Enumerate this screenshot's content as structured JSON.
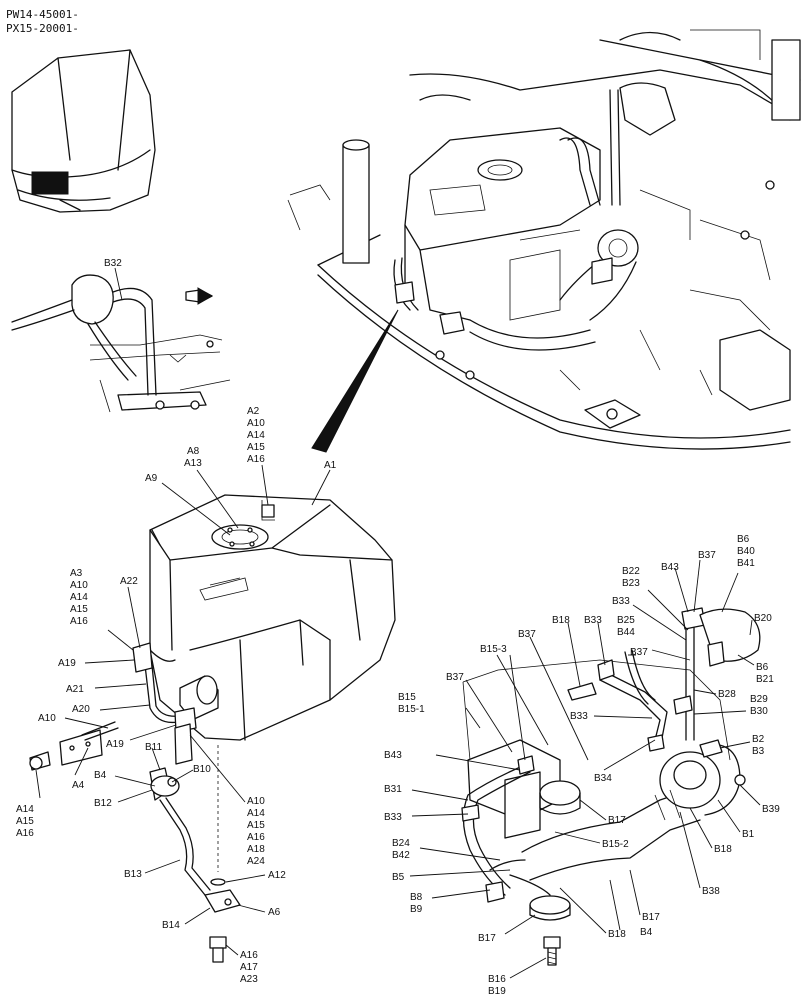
{
  "header": {
    "serial_1": "PW14-45001-",
    "serial_2": "PX15-20001-"
  },
  "labels": {
    "left_group": {
      "a2_stack": [
        "A2",
        "A10",
        "A14",
        "A15",
        "A16"
      ],
      "a8": "A8",
      "a13": "A13",
      "a1": "A1",
      "a9": "A9",
      "a3_stack": [
        "A3",
        "A10",
        "A14",
        "A15",
        "A16"
      ],
      "a22": "A22",
      "a19_top": "A19",
      "a21": "A21",
      "a20": "A20",
      "a10": "A10",
      "a19_bottom": "A19",
      "a4": "A4",
      "a14_stack": [
        "A14",
        "A15",
        "A16"
      ],
      "a10_stack": [
        "A10",
        "A14",
        "A15",
        "A16",
        "A18",
        "A24"
      ],
      "a12": "A12",
      "a6": "A6",
      "a16_stack": [
        "A16",
        "A17",
        "A23"
      ],
      "b11": "B11",
      "b10": "B10",
      "b4": "B4",
      "b12": "B12",
      "b13": "B13",
      "b14": "B14",
      "b32": "B32"
    },
    "right_group": {
      "b6_stack": [
        "B6",
        "B40",
        "B41"
      ],
      "b37_top": "B37",
      "b43_top": "B43",
      "b22": "B22",
      "b23": "B23",
      "b33_top": "B33",
      "b20": "B20",
      "b18_top": "B18",
      "b33_mid": "B33",
      "b25": "B25",
      "b44": "B44",
      "b37_mid": "B37",
      "b6": "B6",
      "b21": "B21",
      "b37_left": "B37",
      "b15_3": "B15-3",
      "b28": "B28",
      "b37_lower": "B37",
      "b15": "B15",
      "b15_1": "B15-1",
      "b33_center": "B33",
      "b29": "B29",
      "b30": "B30",
      "b2": "B2",
      "b3": "B3",
      "b43_left": "B43",
      "b34": "B34",
      "b39": "B39",
      "b31": "B31",
      "b17_top": "B17",
      "b1": "B1",
      "b33_left": "B33",
      "b18_right": "B18",
      "b15_2": "B15-2",
      "b24": "B24",
      "b42": "B42",
      "b38": "B38",
      "b5": "B5",
      "b8": "B8",
      "b9": "B9",
      "b18_bottom": "B18",
      "b4": "B4",
      "b17_right": "B17",
      "b17_bottom": "B17",
      "b16": "B16",
      "b19": "B19"
    }
  }
}
